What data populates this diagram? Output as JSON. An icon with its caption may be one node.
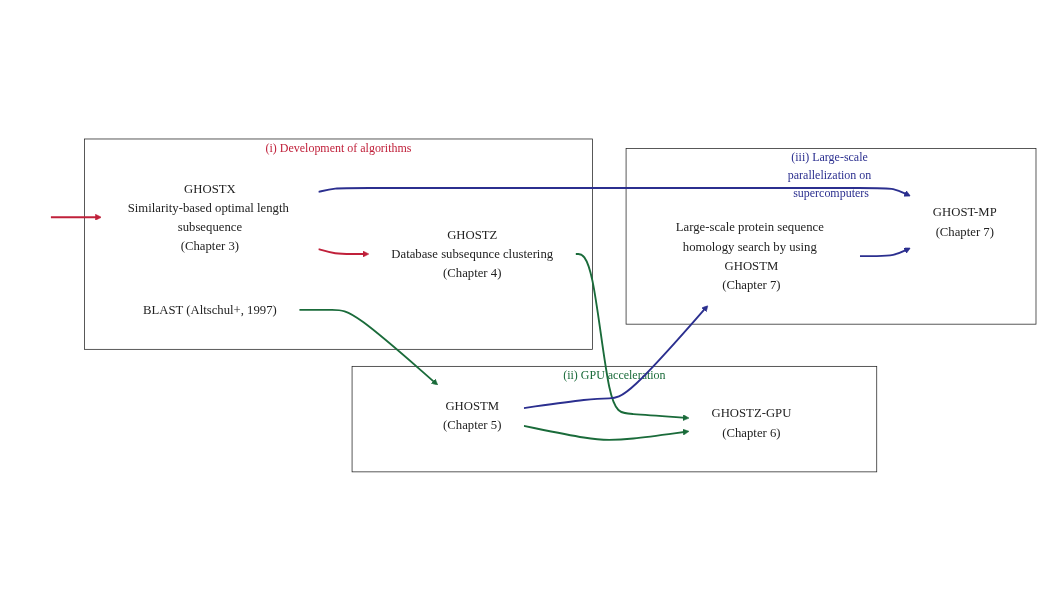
{
  "diagram": {
    "nodes": [
      {
        "text": [
          "(i) Development of algorithms"
        ]
      },
      {
        "text": [
          "BLAST (Altschul+, 1997)"
        ],
        "in": 0
      },
      {
        "text": [
          "GHOSTX",
          "Similarity-based optimal length subsequence",
          "(Chapter 3)"
        ],
        "in": 0
      },
      {
        "text": [
          "GHOSTZ",
          "Database subsequnce clustering",
          "(Chapter 4)"
        ],
        "in": 0
      },
      {
        "text": [
          "(ii) GPU acceleration"
        ]
      },
      {
        "text": [
          "GHOSTM",
          "(Chapter 5)"
        ],
        "in": 4
      },
      {
        "text": [
          "GHOSTZ-GPU",
          "(Chapter 6)"
        ],
        "in": 4
      },
      {
        "text": [
          "(iii) Large-scale parallelization on supercomputers"
        ]
      },
      {
        "text": [
          "Large-scale protein sequence homology search by using GHOSTM",
          "(Chapter 7)"
        ],
        "in": 7
      },
      {
        "text": [
          "GHOST-MP",
          "(Chapter 7)"
        ],
        "in": 7
      }
    ],
    "edges": [
      {
        "from": null,
        "to": 2,
        "arrow": "to",
        "color": "#c0203a"
      },
      {
        "from": 1,
        "to": 5,
        "arrow": "to",
        "color": "#1a6b3a"
      },
      {
        "from": 2,
        "to": 3,
        "arrow": "to",
        "color": "#c0203a"
      },
      {
        "from": 3,
        "to": 6,
        "arrow": "to",
        "color": "#1a6b3a"
      },
      {
        "from": 5,
        "to": 6,
        "arrow": "to",
        "color": "#1a6b3a"
      },
      {
        "from": 5,
        "to": 8,
        "arrow": "to",
        "color": "#2b2f8f"
      },
      {
        "from": 2,
        "to": 9,
        "arrow": "to",
        "color": "#2b2f8f"
      },
      {
        "from": 8,
        "to": 9,
        "arrow": "to",
        "color": "#2b2f8f"
      }
    ]
  }
}
